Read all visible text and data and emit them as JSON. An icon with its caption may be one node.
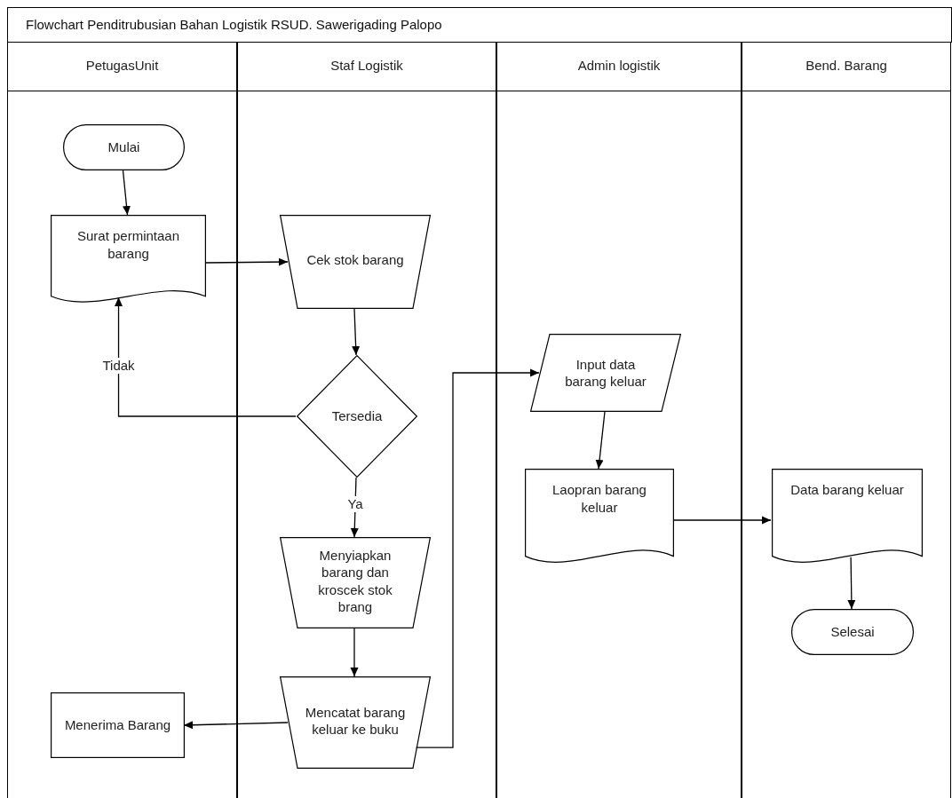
{
  "diagram": {
    "title": "Flowchart Penditrubusian Bahan Logistik RSUD. Sawerigading Palopo",
    "nodes": [
      {
        "text": [
          "PetugasUnit"
        ]
      },
      {
        "text": [
          "Staf Logistik"
        ]
      },
      {
        "text": [
          "Admin logistik"
        ]
      },
      {
        "text": [
          "Bend. Barang"
        ]
      },
      {
        "text": [
          "Mulai"
        ],
        "in": 0
      },
      {
        "text": [
          "Surat permintaan barang"
        ],
        "in": 0
      },
      {
        "text": [
          "Cek stok barang"
        ],
        "in": 1
      },
      {
        "text": [
          "Tersedia"
        ],
        "in": 1
      },
      {
        "text": [
          "Menyiapkan barang dan kroscek stok brang"
        ],
        "in": 1
      },
      {
        "text": [
          "Mencatat barang keluar ke buku"
        ],
        "in": 1
      },
      {
        "text": [
          "Menerima Barang"
        ],
        "in": 0
      },
      {
        "text": [
          "Input data barang keluar"
        ],
        "in": 2
      },
      {
        "text": [
          "Laopran barang keluar"
        ],
        "in": 2
      },
      {
        "text": [
          "Data barang keluar"
        ],
        "in": 3
      },
      {
        "text": [
          "Selesai"
        ],
        "in": 3
      }
    ],
    "edges": [
      {
        "from": 4,
        "to": 5,
        "arrow": "to"
      },
      {
        "from": 5,
        "to": 6,
        "arrow": "to"
      },
      {
        "from": 6,
        "to": 7,
        "arrow": "to"
      },
      {
        "from": 7,
        "to": 5,
        "arrow": "to",
        "label": "Tidak"
      },
      {
        "from": 7,
        "to": 8,
        "arrow": "to",
        "label": "Ya"
      },
      {
        "from": 8,
        "to": 9,
        "arrow": "to"
      },
      {
        "from": 9,
        "to": 10,
        "arrow": "to"
      },
      {
        "from": 9,
        "to": 11,
        "arrow": "to"
      },
      {
        "from": 11,
        "to": 12,
        "arrow": "to"
      },
      {
        "from": 12,
        "to": 13,
        "arrow": "to"
      },
      {
        "from": 13,
        "to": 14,
        "arrow": "to"
      }
    ]
  }
}
